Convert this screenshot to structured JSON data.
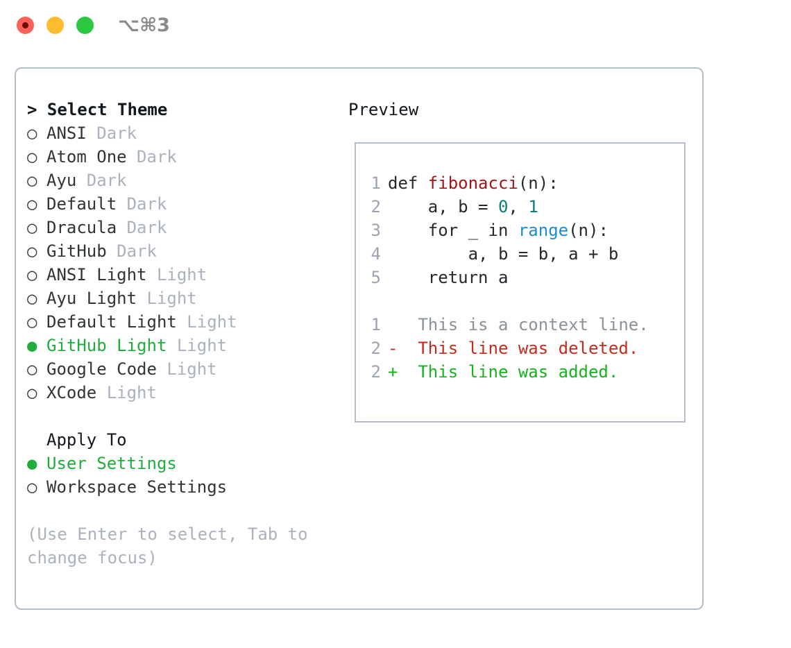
{
  "titlebar": {
    "shortcut": "⌥⌘3",
    "lights": [
      "close-red",
      "minimize-yellow",
      "maximize-green"
    ]
  },
  "theme_picker": {
    "heading": "> Select Theme",
    "marker_unselected": "○",
    "marker_selected": "●",
    "items": [
      {
        "marker": "○",
        "name": "ANSI",
        "variant": "Dark",
        "selected": false
      },
      {
        "marker": "○",
        "name": "Atom One",
        "variant": "Dark",
        "selected": false
      },
      {
        "marker": "○",
        "name": "Ayu",
        "variant": "Dark",
        "selected": false
      },
      {
        "marker": "○",
        "name": "Default",
        "variant": "Dark",
        "selected": false
      },
      {
        "marker": "○",
        "name": "Dracula",
        "variant": "Dark",
        "selected": false
      },
      {
        "marker": "○",
        "name": "GitHub",
        "variant": "Dark",
        "selected": false
      },
      {
        "marker": "○",
        "name": "ANSI Light",
        "variant": "Light",
        "selected": false
      },
      {
        "marker": "○",
        "name": "Ayu Light",
        "variant": "Light",
        "selected": false
      },
      {
        "marker": "○",
        "name": "Default Light",
        "variant": "Light",
        "selected": false
      },
      {
        "marker": "●",
        "name": "GitHub Light",
        "variant": "Light",
        "selected": true
      },
      {
        "marker": "○",
        "name": "Google Code",
        "variant": "Light",
        "selected": false
      },
      {
        "marker": "○",
        "name": "XCode",
        "variant": "Light",
        "selected": false
      }
    ]
  },
  "apply_to": {
    "heading": "Apply To",
    "options": [
      {
        "marker": "●",
        "label": "User Settings",
        "selected": true
      },
      {
        "marker": "○",
        "label": "Workspace Settings",
        "selected": false
      }
    ]
  },
  "hint": "(Use Enter to select, Tab to change focus)",
  "preview": {
    "title": "Preview",
    "code_lines": [
      {
        "num": "1",
        "tokens": [
          {
            "t": "def ",
            "c": "tok-plain"
          },
          {
            "t": "fibonacci",
            "c": "tok-fn"
          },
          {
            "t": "(n):",
            "c": "tok-plain"
          }
        ]
      },
      {
        "num": "2",
        "tokens": [
          {
            "t": "    a, b = ",
            "c": "tok-plain"
          },
          {
            "t": "0",
            "c": "tok-num"
          },
          {
            "t": ", ",
            "c": "tok-plain"
          },
          {
            "t": "1",
            "c": "tok-num"
          }
        ]
      },
      {
        "num": "3",
        "tokens": [
          {
            "t": "    for _ in ",
            "c": "tok-plain"
          },
          {
            "t": "range",
            "c": "tok-call"
          },
          {
            "t": "(n):",
            "c": "tok-plain"
          }
        ]
      },
      {
        "num": "4",
        "tokens": [
          {
            "t": "        a, b = b, a + b",
            "c": "tok-plain"
          }
        ]
      },
      {
        "num": "5",
        "tokens": [
          {
            "t": "    return a",
            "c": "tok-plain"
          }
        ]
      }
    ],
    "diff_lines": [
      {
        "num": "1",
        "sign": "  ",
        "text": "This is a context line.",
        "kind": "diff-ctx"
      },
      {
        "num": "2",
        "sign": "- ",
        "text": "This line was deleted.",
        "kind": "diff-del"
      },
      {
        "num": "2",
        "sign": "+ ",
        "text": "This line was added.",
        "kind": "diff-add"
      }
    ]
  },
  "colors": {
    "selected_green": "#21ac3e",
    "muted_gray": "#aab2bd",
    "border": "#b4bdcc",
    "function_red": "#a31515",
    "number_teal": "#0e7c7b",
    "call_blue": "#1a8cc8",
    "diff_add": "#16b31e",
    "diff_del": "#c42b1c"
  }
}
